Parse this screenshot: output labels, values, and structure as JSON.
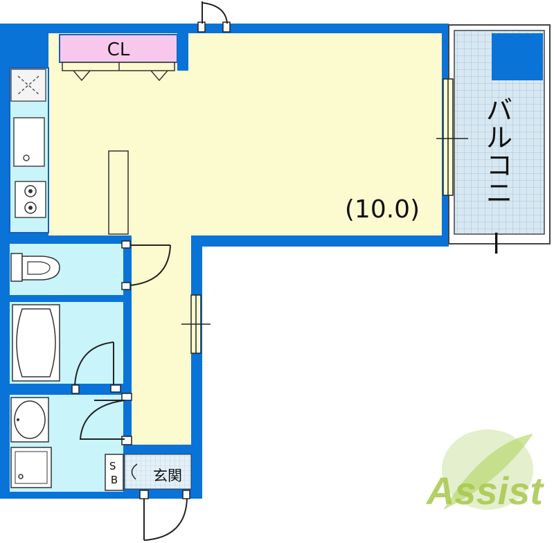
{
  "rooms": {
    "closet_label": "CL",
    "balcony_label": "バルコニー",
    "main_room_size": "(10.0)",
    "shoe_box_label": "SB",
    "entrance_label": "玄関"
  },
  "logo": {
    "text": "Assist"
  },
  "colors": {
    "wall": "#0a73d8",
    "room_floor": "#fbfbcf",
    "wet_area": "#c8f4fa",
    "closet": "#f8c8ec",
    "balcony": "#d6e6f2",
    "logo_green": "#a8c84a"
  }
}
